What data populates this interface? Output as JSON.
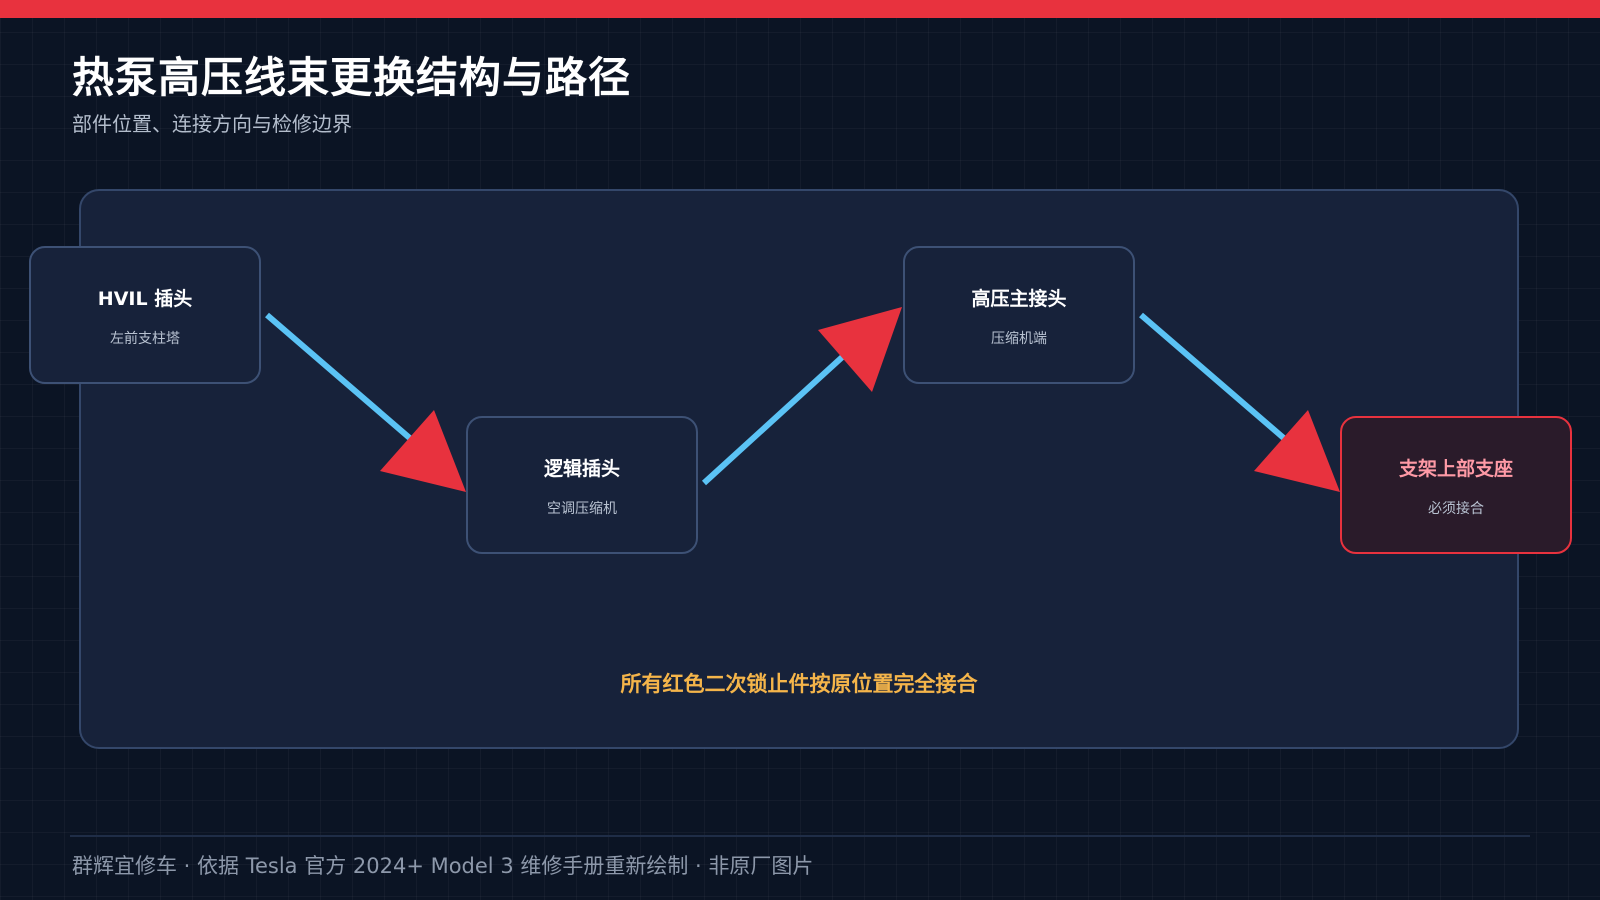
{
  "header": {
    "title": "热泵高压线束更换结构与路径",
    "subtitle": "部件位置、连接方向与检修边界"
  },
  "diagram": {
    "nodes": [
      {
        "id": "hvil",
        "title": "HVIL 插头",
        "subtitle": "左前支柱塔",
        "critical": false
      },
      {
        "id": "logic",
        "title": "逻辑插头",
        "subtitle": "空调压缩机",
        "critical": false
      },
      {
        "id": "hv-main",
        "title": "高压主接头",
        "subtitle": "压缩机端",
        "critical": false
      },
      {
        "id": "bracket",
        "title": "支架上部支座",
        "subtitle": "必须接合",
        "critical": true
      }
    ],
    "edges": [
      {
        "from": "hvil",
        "to": "logic"
      },
      {
        "from": "logic",
        "to": "hv-main"
      },
      {
        "from": "hv-main",
        "to": "bracket"
      }
    ],
    "note": "所有红色二次锁止件按原位置完全接合"
  },
  "footer": {
    "text": "群辉宜修车 · 依据 Tesla 官方 2024+ Model 3 维修手册重新绘制 · 非原厂图片"
  },
  "colors": {
    "accent_red": "#e8323e",
    "connector_blue": "#5bc3f5",
    "note_amber": "#f5b54a",
    "background": "#0b1424",
    "panel": "#17223a"
  }
}
